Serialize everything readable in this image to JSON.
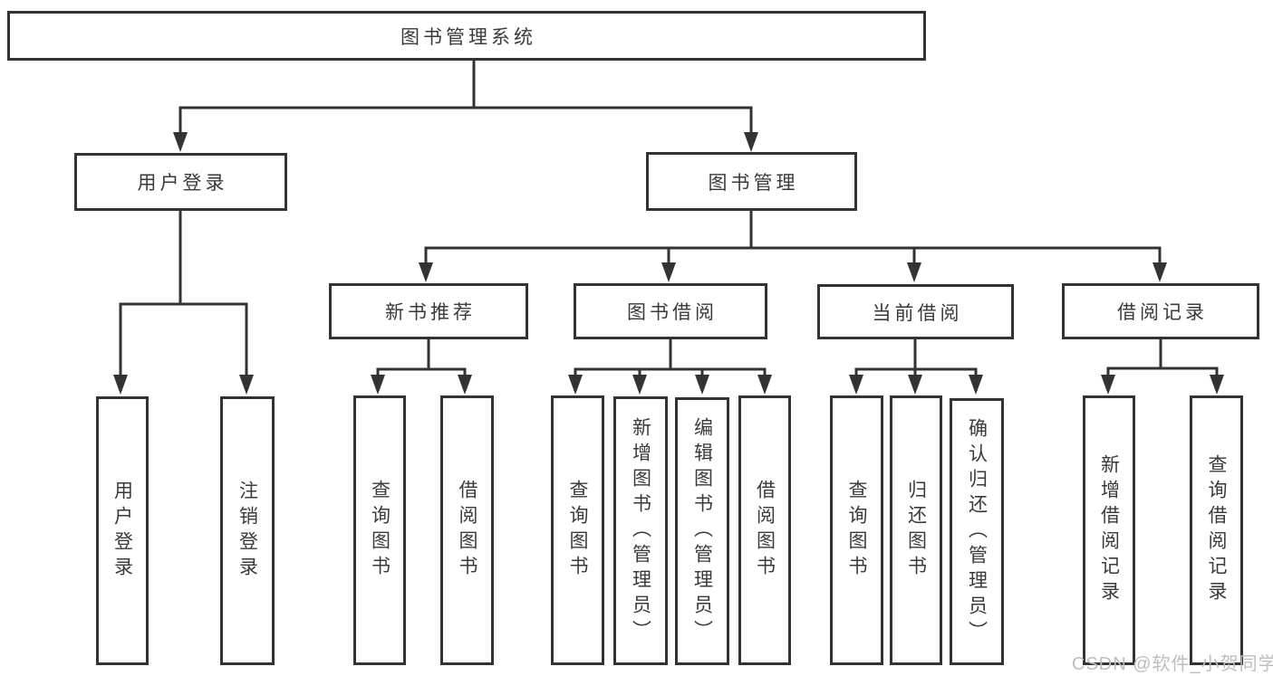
{
  "diagram": {
    "root": {
      "label": "图书管理系统"
    },
    "level2": [
      {
        "label": "用户登录",
        "children": [
          {
            "label": "用户登录"
          },
          {
            "label": "注销登录"
          }
        ]
      },
      {
        "label": "图书管理",
        "children": [
          {
            "label": "新书推荐",
            "children": [
              {
                "label": "查询图书"
              },
              {
                "label": "借阅图书"
              }
            ]
          },
          {
            "label": "图书借阅",
            "children": [
              {
                "label": "查询图书"
              },
              {
                "label": "新增图书（管理员）"
              },
              {
                "label": "编辑图书（管理员）"
              },
              {
                "label": "借阅图书"
              }
            ]
          },
          {
            "label": "当前借阅",
            "children": [
              {
                "label": "查询图书"
              },
              {
                "label": "归还图书"
              },
              {
                "label": "确认归还（管理员）"
              }
            ]
          },
          {
            "label": "借阅记录",
            "children": [
              {
                "label": "新增借阅记录"
              },
              {
                "label": "查询借阅记录"
              }
            ]
          }
        ]
      }
    ],
    "watermark": "CSDN @软件_小贺同学",
    "colors": {
      "line": "#333333",
      "border": "#333333",
      "text": "#3a3a3a",
      "watermark": "#bdbdbd",
      "background": "#ffffff"
    }
  }
}
